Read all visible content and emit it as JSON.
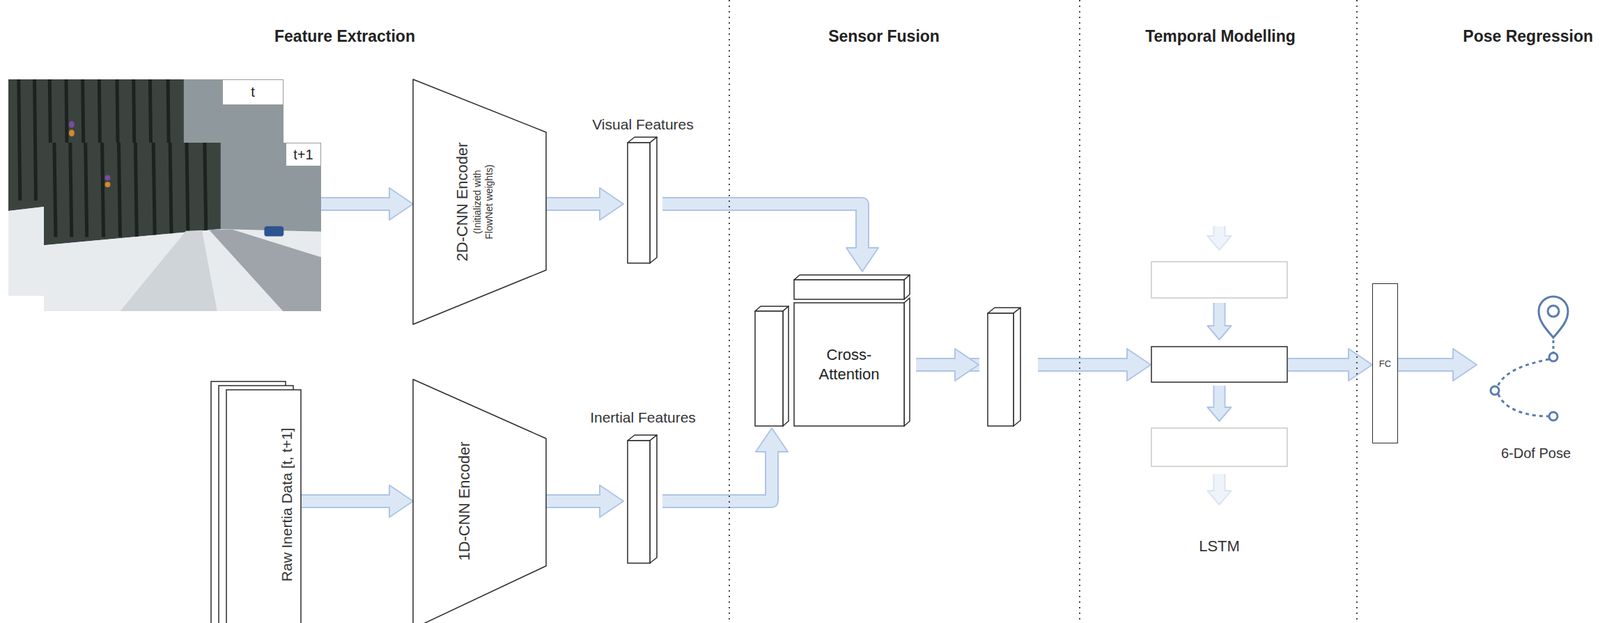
{
  "diagram": {
    "nodes": [
      {
        "text": [
          "t"
        ]
      },
      {
        "text": [
          "t+1"
        ]
      },
      {
        "text": [
          "2D-CNN Encoder",
          "(Initialized with FlowNet weights)"
        ]
      },
      {
        "text": [
          "Visual Features"
        ]
      },
      {
        "text": [
          "Raw Inertia Data [t, t+1]"
        ]
      },
      {
        "text": [
          "1D-CNN Encoder"
        ]
      },
      {
        "text": [
          "Inertial Features"
        ]
      },
      {
        "text": [
          "Cross-Attention"
        ]
      },
      {
        "text": [
          "LSTM"
        ]
      },
      {
        "text": [
          "FC"
        ]
      },
      {
        "text": [
          "6-Dof Pose"
        ]
      }
    ],
    "edges": [
      {
        "from": 1,
        "to": 2,
        "arrow": "to"
      },
      {
        "from": 2,
        "to": 3,
        "arrow": "to"
      },
      {
        "from": 4,
        "to": 5,
        "arrow": "to"
      },
      {
        "from": 5,
        "to": 6,
        "arrow": "to"
      },
      {
        "from": 3,
        "to": 7,
        "arrow": "to"
      },
      {
        "from": 6,
        "to": 7,
        "arrow": "to"
      },
      {
        "from": 7,
        "to": 8,
        "arrow": "to"
      },
      {
        "from": 8,
        "to": 9,
        "arrow": "to"
      },
      {
        "from": 9,
        "to": 10,
        "arrow": "to"
      }
    ],
    "labels": [
      "Feature Extraction",
      "Sensor Fusion",
      "Temporal Modelling",
      "Pose Regression"
    ]
  }
}
